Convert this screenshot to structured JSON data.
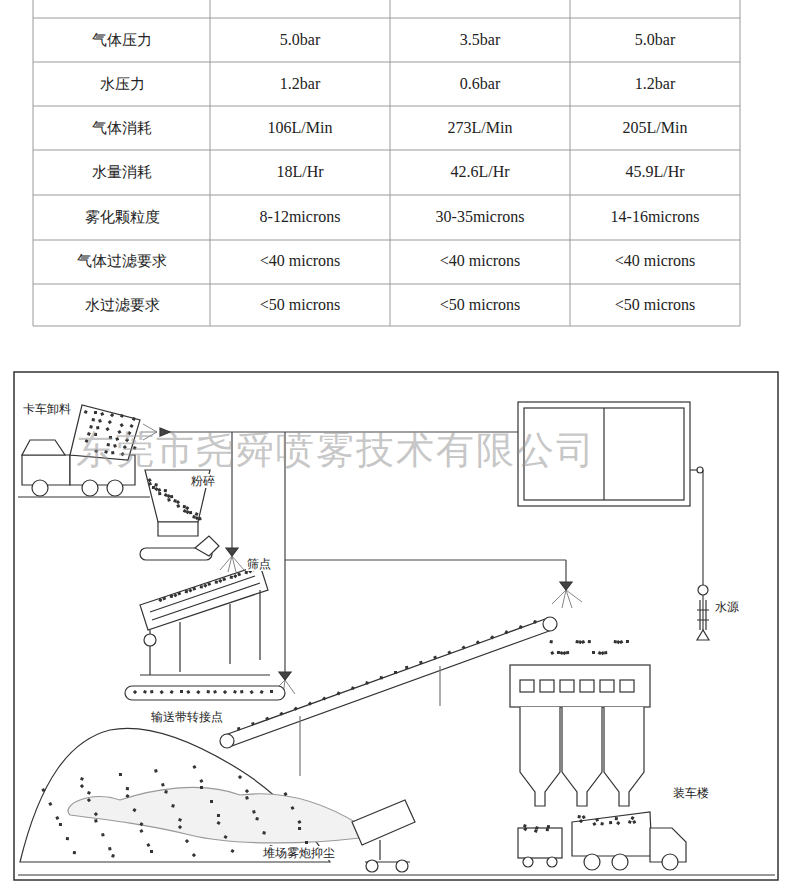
{
  "diagram": {
    "labels": [
      "气体压力",
      "5.0bar",
      "3.5bar",
      "5.0bar",
      "水压力",
      "1.2bar",
      "0.6bar",
      "1.2bar",
      "气体消耗",
      "106L/Min",
      "273L/Min",
      "205L/Min",
      "水量消耗",
      "18L/Hr",
      "42.6L/Hr",
      "45.9L/Hr",
      "雾化颗粒度",
      "8-12microns",
      "30-35microns",
      "14-16microns",
      "气体过滤要求",
      "<40 microns",
      "<40 microns",
      "<40 microns",
      "水过滤要求",
      "<50 microns",
      "<50 microns",
      "<50 microns",
      "卡车卸料",
      "粉碎",
      "筛点",
      "输送带转接点",
      "水源",
      "装车楼",
      "堆场雾炮抑尘",
      "东莞市尧舜喷雾技术有限公司"
    ]
  }
}
